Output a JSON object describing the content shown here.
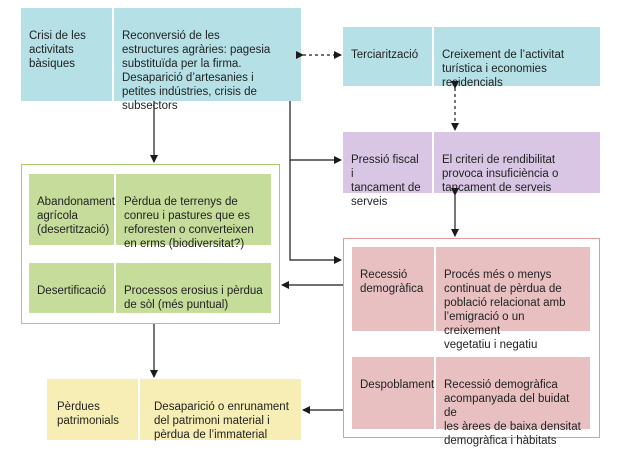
{
  "boxes": {
    "crisi": {
      "title": "Crisi de les\nactivitats\nbàsiques",
      "desc": "Reconversió de les\nestructures agràries: pagesia\nsubstituïda per la firma.\nDesaparició d’artesanies i\npetites indústries, crisis de\nsubsectors"
    },
    "terciaritzacio": {
      "title": "Terciarització",
      "desc": "Creixement de l’activitat\nturística i economies\nresidencials"
    },
    "pressio": {
      "title": "Pressió fiscal i\ntancament de\nserveis",
      "desc": "El criteri de rendibilitat\nprovoca insuficiència o\ntancament de serveis"
    },
    "abandonament": {
      "title": "Abandonament\nagrícola\n(desertització)",
      "desc": "Pèrdua de terrenys de\nconreu i pastures que es\nreforesten o converteixen\nen erms (biodiversitat?)"
    },
    "desertificacio": {
      "title": "Desertificació",
      "desc": "Processos erosius i pèrdua\nde sòl (més puntual)"
    },
    "recessio": {
      "title": "Recessió\ndemogràfica",
      "desc": "Procés més o menys\ncontinuat de pèrdua de\npoblació relacionat amb\nl’emigració o un creixement\nvegetatiu i negatiu"
    },
    "despoblament": {
      "title": "Despoblament",
      "desc": "Recessió demogràfica\nacompanyada del buidat de\nles àrees de baixa densitat\ndemogràfica i hàbitats"
    },
    "perdues": {
      "title": "Pèrdues\npatrimonials",
      "desc": "Desaparició o enrunament\ndel patrimoni material i\npèrdua de l’immaterial"
    }
  },
  "colors": {
    "blue": "#b4e0e6",
    "purple": "#d8c6e4",
    "green": "#c5dc9a",
    "pink": "#e8c0c2",
    "yellow": "#f6eeb4",
    "green_frame": "#a9cc6a",
    "pink_frame": "#e39a9c",
    "arrow": "#1a1a1a"
  }
}
